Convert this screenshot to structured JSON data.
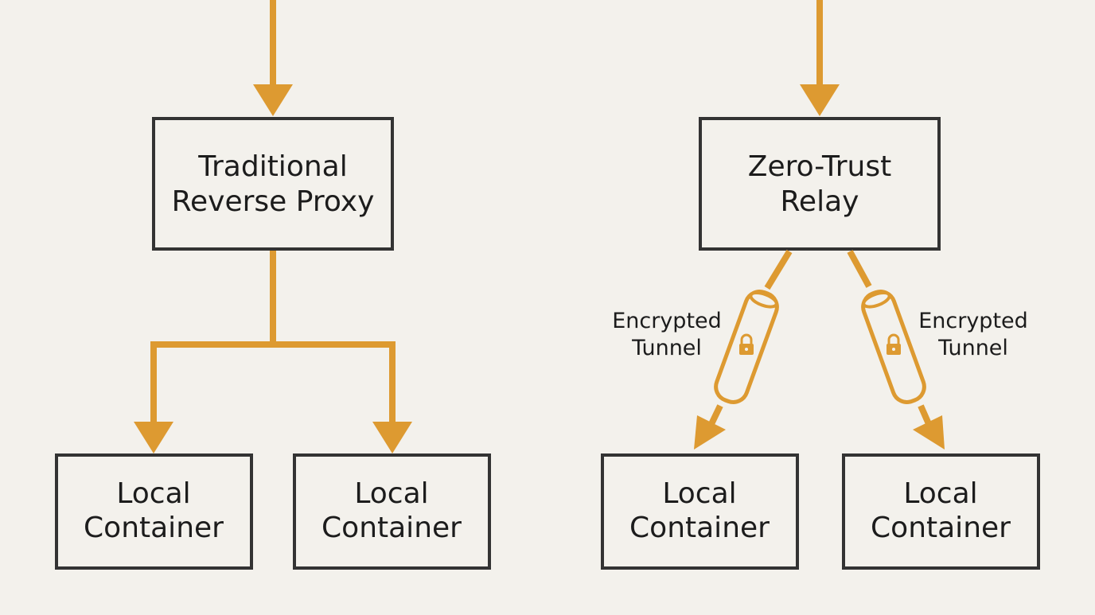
{
  "colors": {
    "background": "#f3f1ec",
    "connector": "#dd9a31",
    "box_border": "#333333",
    "box_fill": "#f3f1ec",
    "text": "#1c1c1c"
  },
  "left_diagram": {
    "proxy": {
      "line1": "Traditional",
      "line2": "Reverse Proxy"
    },
    "container_a": {
      "line1": "Local",
      "line2": "Container"
    },
    "container_b": {
      "line1": "Local",
      "line2": "Container"
    }
  },
  "right_diagram": {
    "relay": {
      "line1": "Zero-Trust",
      "line2": "Relay"
    },
    "tunnel_left": {
      "line1": "Encrypted",
      "line2": "Tunnel",
      "icon": "lock-icon"
    },
    "tunnel_right": {
      "line1": "Encrypted",
      "line2": "Tunnel",
      "icon": "lock-icon"
    },
    "container_a": {
      "line1": "Local",
      "line2": "Container"
    },
    "container_b": {
      "line1": "Local",
      "line2": "Container"
    }
  }
}
